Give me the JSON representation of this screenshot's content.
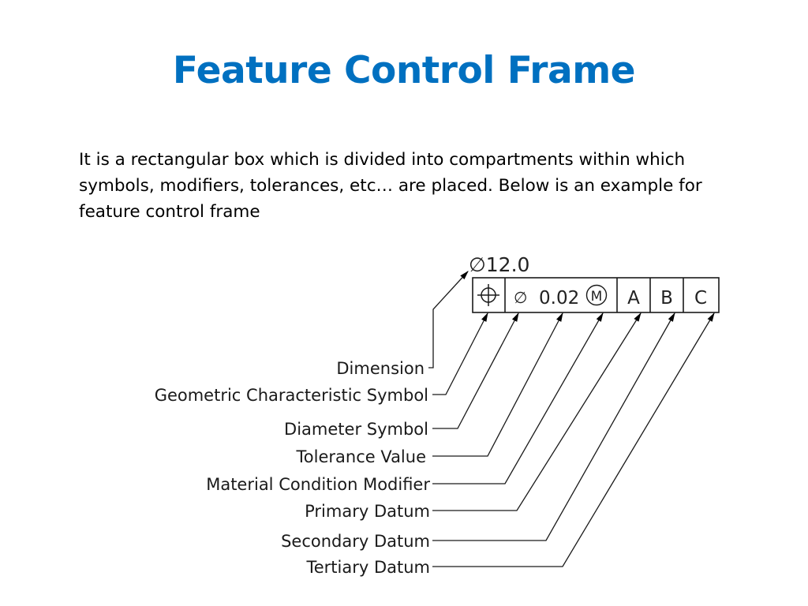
{
  "slide": {
    "title": "Feature Control Frame",
    "body_lines": [
      "It is a rectangular box which is divided into compartments within which",
      "symbols, modifiers, tolerances, etc… are placed. Below is an example for",
      "feature control frame"
    ]
  },
  "diagram": {
    "dimension_value": "∅12.0",
    "frame": {
      "symbol": "⌖",
      "diameter_symbol": "∅",
      "tolerance_value": "0.02",
      "modifier": "M",
      "datums": [
        "A",
        "B",
        "C"
      ]
    },
    "labels": [
      "Dimension",
      "Geometric Characteristic Symbol",
      "Diameter Symbol",
      "Tolerance Value",
      "Material Condition Modifier",
      "Primary Datum",
      "Secondary Datum",
      "Tertiary Datum"
    ]
  },
  "colors": {
    "title": "#0070c0",
    "text": "#000000",
    "lines": "#1a1a1a"
  }
}
